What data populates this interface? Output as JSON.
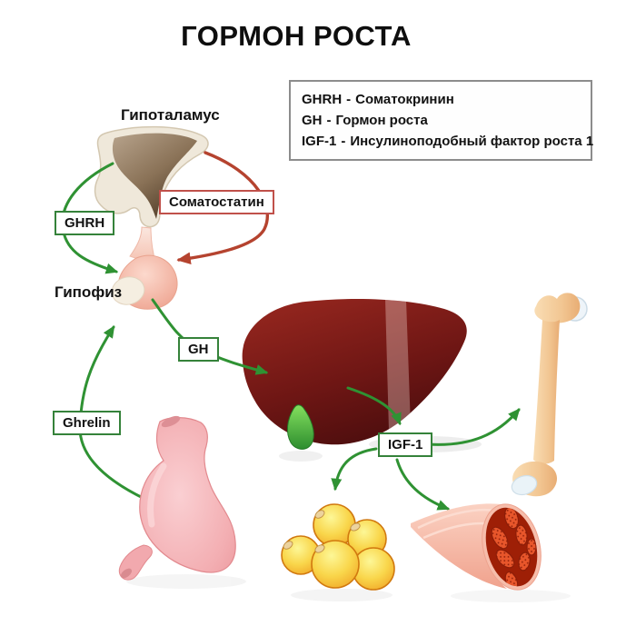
{
  "title": "ГОРМОН РОСТА",
  "legend": {
    "separator": "-",
    "items": [
      {
        "abbr": "GHRH",
        "name": "Соматокринин"
      },
      {
        "abbr": "GH",
        "name": "Гормон роста"
      },
      {
        "abbr": "IGF-1",
        "name": "Инсулиноподобный фактор роста 1"
      }
    ]
  },
  "labels": {
    "hypothalamus": "Гипоталамус",
    "pituitary": "Гипофиз"
  },
  "hormones": {
    "ghrh": "GHRH",
    "somatostatin": "Соматостатин",
    "gh": "GH",
    "ghrelin": "Ghrelin",
    "igf1": "IGF-1"
  },
  "palette": {
    "green": "#2f9233",
    "red": "#b5432f",
    "boxGreen": "#35823a",
    "boxRed": "#c0504a",
    "legendBorder": "#8c8c8c"
  }
}
